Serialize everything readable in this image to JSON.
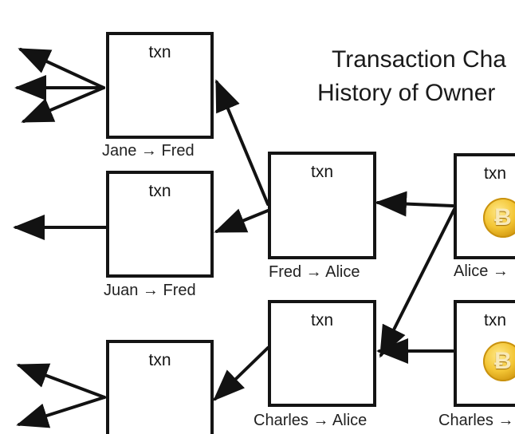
{
  "diagram": {
    "title_line_1": "Transaction Cha",
    "title_line_2": "History of Owner",
    "boxes": [
      {
        "label": "txn",
        "caption": "Jane → Fred"
      },
      {
        "label": "txn",
        "caption": "Juan → Fred"
      },
      {
        "label": "txn",
        "caption": ""
      },
      {
        "label": "txn",
        "caption": "Fred → Alice"
      },
      {
        "label": "txn",
        "caption": "Charles → Alice"
      },
      {
        "label": "txn",
        "caption": "Alice →"
      },
      {
        "label": "txn",
        "caption": "Charles →"
      }
    ],
    "coin_symbol": "Ƀ",
    "line_color": "#121212",
    "coin_color": "#f2c230"
  }
}
